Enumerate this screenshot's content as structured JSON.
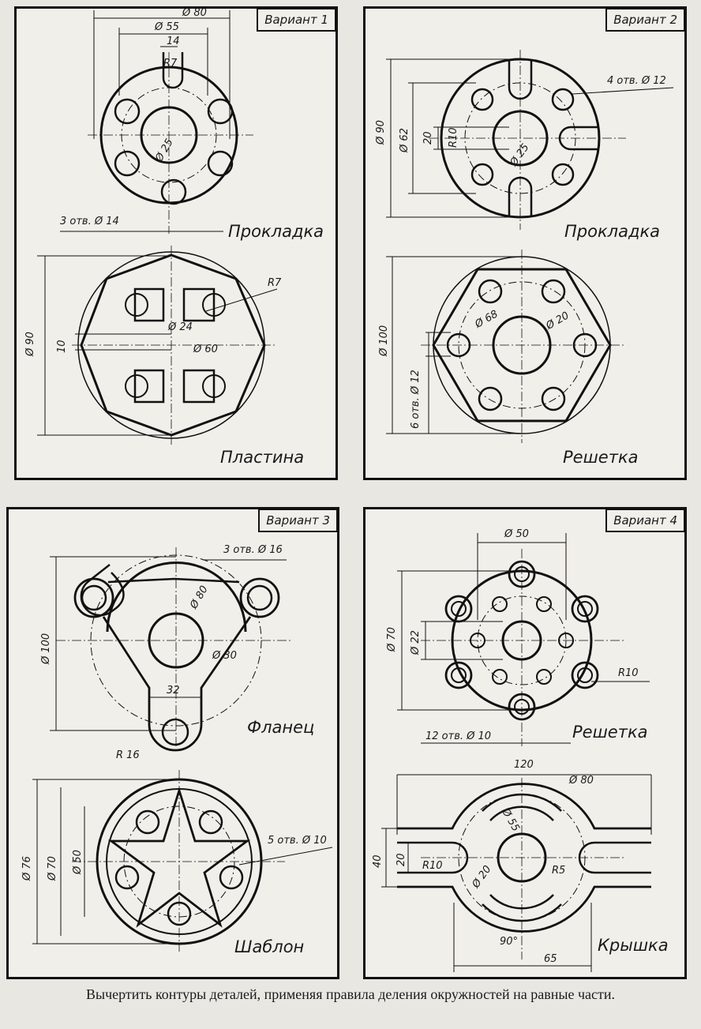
{
  "variants": [
    {
      "tag": "Вариант 1",
      "parts": [
        {
          "name": "Прокладка",
          "dims": [
            "Ø 80",
            "Ø 55",
            "14",
            "R7",
            "Ø 25",
            "3 отв. Ø 14"
          ]
        },
        {
          "name": "Пластина",
          "dims": [
            "Ø 90",
            "10",
            "R7",
            "Ø 24",
            "Ø 60"
          ]
        }
      ]
    },
    {
      "tag": "Вариант 2",
      "parts": [
        {
          "name": "Прокладка",
          "dims": [
            "Ø 90",
            "Ø 62",
            "20",
            "R10",
            "Ø 25",
            "4 отв. Ø 12"
          ]
        },
        {
          "name": "Решетка",
          "dims": [
            "Ø 100",
            "Ø 68",
            "Ø 20",
            "6 отв. Ø 12"
          ]
        }
      ]
    },
    {
      "tag": "Вариант 3",
      "parts": [
        {
          "name": "Фланец",
          "dims": [
            "Ø 100",
            "3 отв. Ø 16",
            "Ø 80",
            "Ø 30",
            "32",
            "R 16"
          ]
        },
        {
          "name": "Шаблон",
          "dims": [
            "Ø 76",
            "Ø 70",
            "Ø 50",
            "5 отв. Ø 10"
          ]
        }
      ]
    },
    {
      "tag": "Вариант 4",
      "parts": [
        {
          "name": "Решетка",
          "dims": [
            "Ø 50",
            "Ø 70",
            "Ø 22",
            "R10",
            "12 отв. Ø 10"
          ]
        },
        {
          "name": "Крышка",
          "dims": [
            "120",
            "Ø 80",
            "Ø 55",
            "40",
            "20",
            "R10",
            "Ø 20",
            "R5",
            "90°",
            "65"
          ]
        }
      ]
    }
  ],
  "caption": "Вычертить контуры деталей, применяя правила деления окружностей на равные части."
}
